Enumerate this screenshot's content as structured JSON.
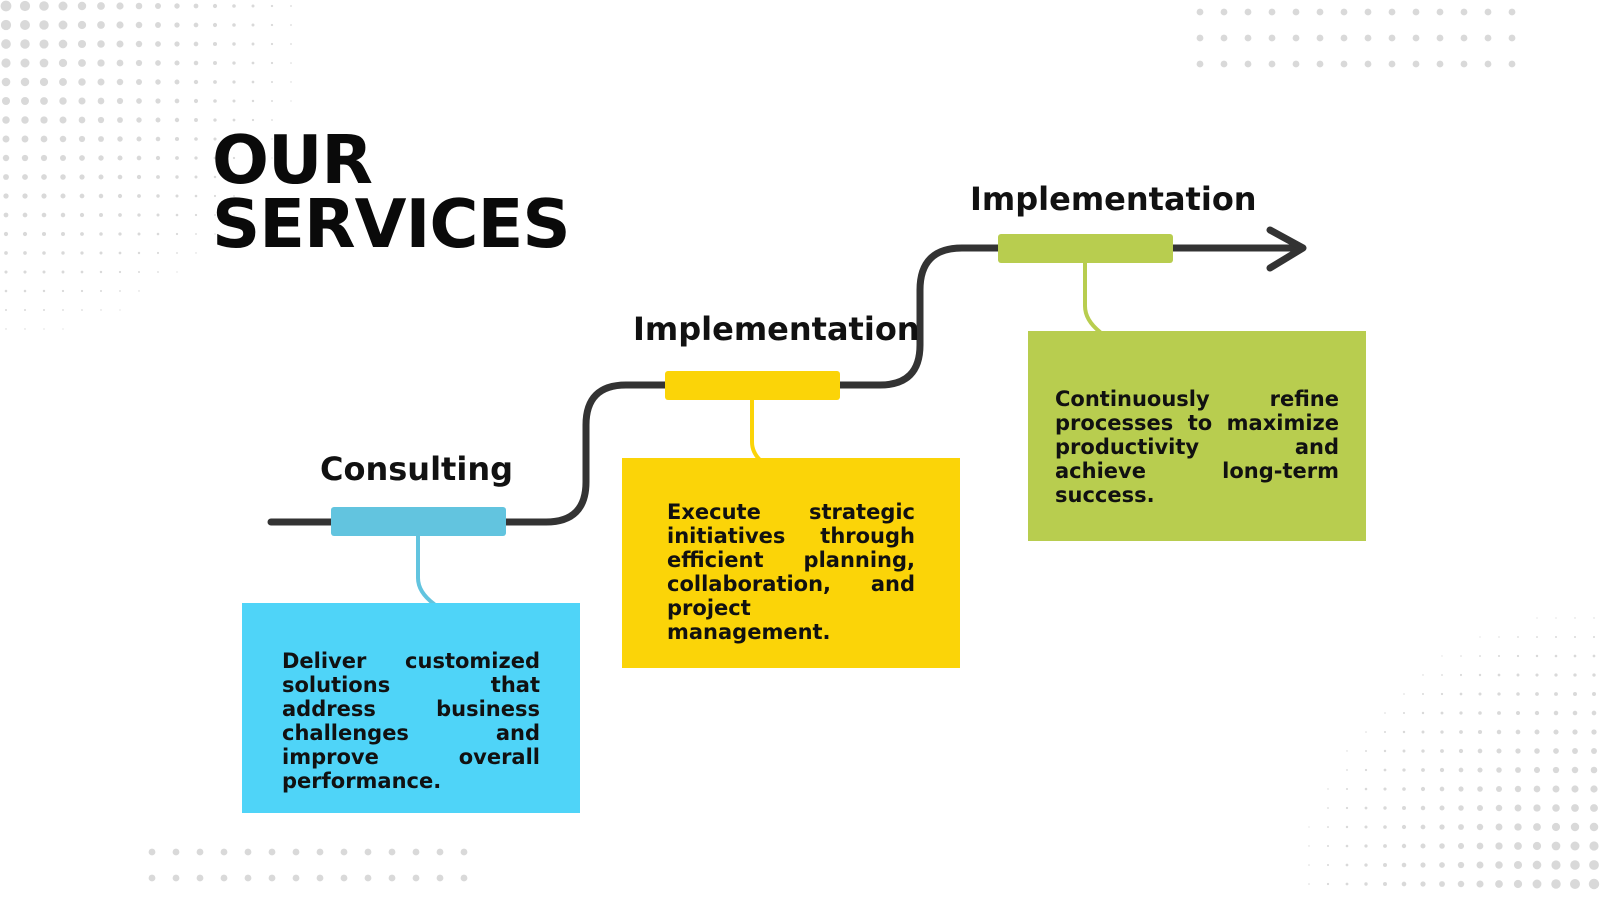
{
  "title": {
    "line1": "OUR",
    "line2": "SERVICES"
  },
  "steps": [
    {
      "label": "Consulting",
      "color": "#62c4df",
      "card_color": "#4fd4f8",
      "description": "Deliver customized solutions that address business challenges and improve overall performance."
    },
    {
      "label": "Implementation",
      "color": "#fbd408",
      "card_color": "#fbd408",
      "description": "Execute strategic initiatives through efficient planning, collaboration, and project management."
    },
    {
      "label": "Implementation",
      "color": "#b8cd4f",
      "card_color": "#b8cd4f",
      "description": "Continuously refine processes to maximize productivity and achieve long-term success."
    }
  ],
  "colors": {
    "path": "#333333",
    "dots": "#d9d9d9",
    "text": "#111111"
  }
}
